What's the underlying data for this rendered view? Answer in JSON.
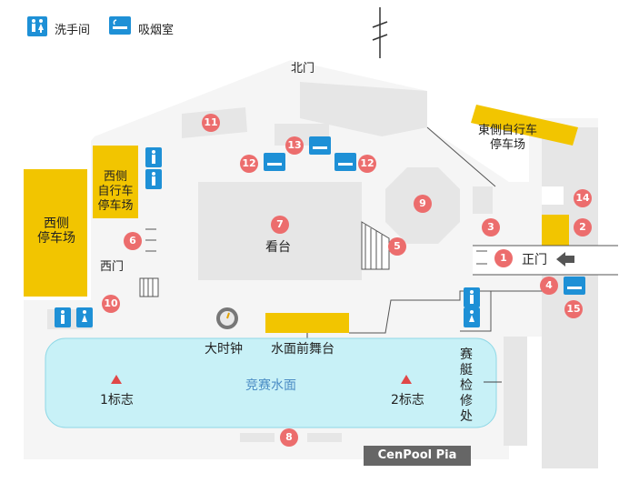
{
  "legend": {
    "restroom": "洗手间",
    "smoking": "吸烟室"
  },
  "labels": {
    "north_gate": "北门",
    "west_gate": "西门",
    "main_gate": "正门",
    "east_bike_parking": "東側自行车\n停车场",
    "west_bike_parking": "西侧\n自行车\n停车场",
    "west_parking": "西侧\n停车场",
    "stands": "看台",
    "big_clock": "大时钟",
    "water_stage": "水面前舞台",
    "race_water": "竞赛水面",
    "mark1": "1标志",
    "mark2": "2标志",
    "boat_inspection": "赛艇检修处",
    "cenpool": "CenPool Pia"
  },
  "badges": [
    "1",
    "2",
    "3",
    "4",
    "5",
    "6",
    "7",
    "8",
    "9",
    "10",
    "11",
    "12",
    "12",
    "13",
    "14",
    "15"
  ],
  "colors": {
    "accent": "#f2c500",
    "water": "#c8f1f7",
    "badge": "#ec6d6d",
    "icon": "#1e90d6",
    "building": "#e4e4e4"
  }
}
